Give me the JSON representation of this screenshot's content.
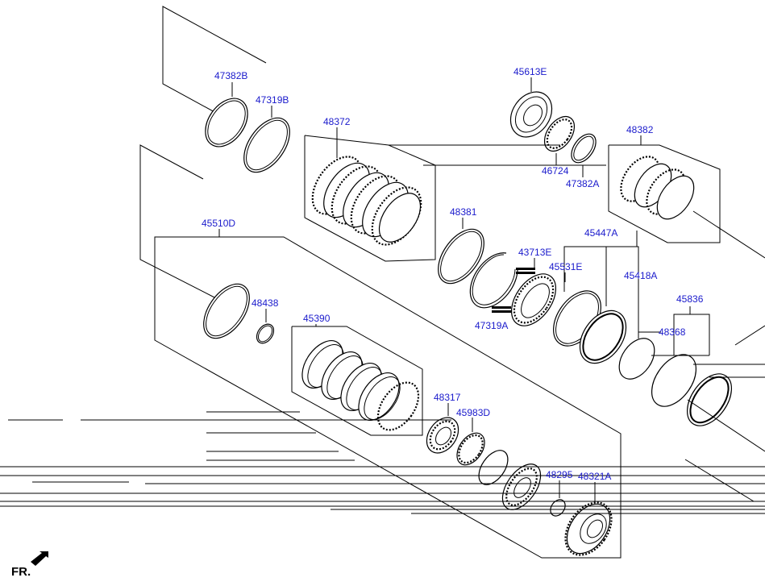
{
  "diagram": {
    "part_labels": [
      "47382B",
      "47319B",
      "48372",
      "45613E",
      "46724",
      "47382A",
      "48382",
      "45510D",
      "48381",
      "43713E",
      "45531E",
      "45447A",
      "45418A",
      "47319A",
      "48438",
      "45390",
      "45836",
      "48368",
      "48317",
      "45983D",
      "48295",
      "48321A"
    ],
    "front_label": "FR."
  }
}
